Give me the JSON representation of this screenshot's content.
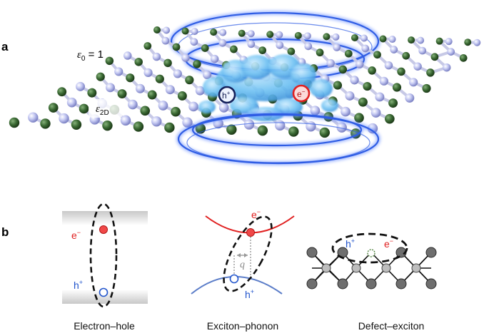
{
  "panel_a": {
    "label": "a",
    "eps0_symbol": "ε",
    "eps0_sub": "0",
    "eps0_value": " = 1",
    "eps2d_symbol": "ε",
    "eps2d_sub": "2D",
    "hole_label": "h",
    "hole_sup": "+",
    "electron_label": "e",
    "electron_sup": "−"
  },
  "panel_b": {
    "label": "b",
    "eh": {
      "e_label": "e",
      "e_sup": "−",
      "h_label": "h",
      "h_sup": "+",
      "caption": "Electron–hole"
    },
    "ep": {
      "e_label": "e",
      "e_sup": "−",
      "h_label": "h",
      "h_sup": "+",
      "q_label": "q",
      "caption": "Exciton–phonon"
    },
    "de": {
      "h_label": "h",
      "h_sup": "+",
      "e_label": "e",
      "e_sup": "−",
      "caption": "Defect–exciton"
    }
  },
  "colors": {
    "electron": "#e02020",
    "hole_blue": "#2255cc",
    "hole_dark": "#101a50",
    "field_glow": "#3a66ee",
    "density": "#58b4ee",
    "atom_dark": "#2f5a2a",
    "atom_light": "#b4b8ee"
  }
}
